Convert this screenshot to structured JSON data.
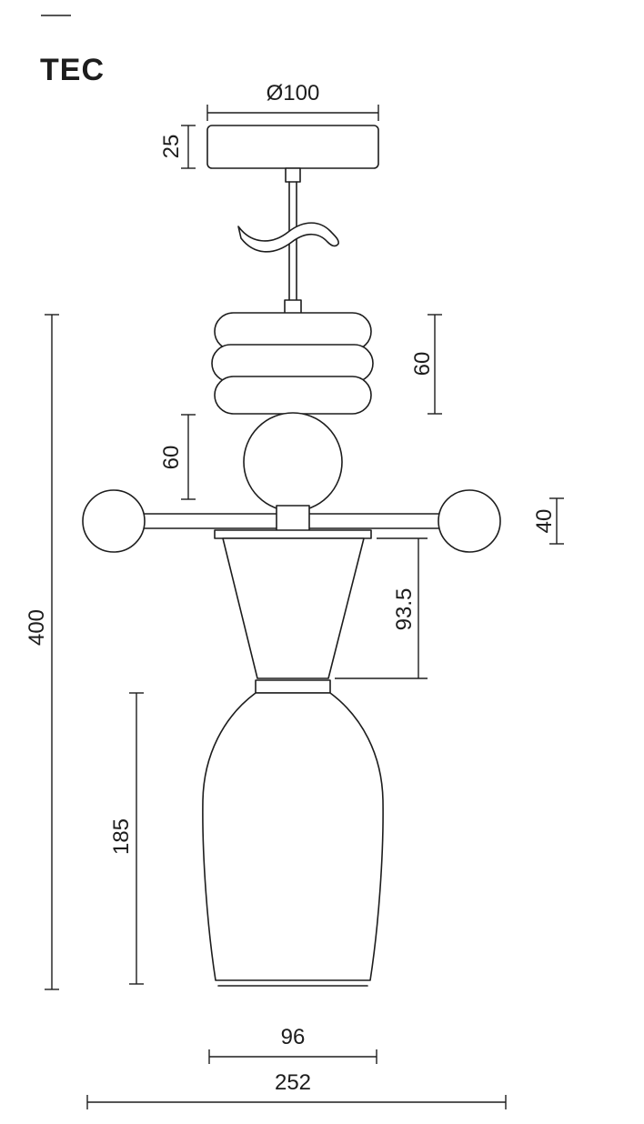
{
  "title": "TEC",
  "dimensions": {
    "canopy_diameter": "Ø100",
    "canopy_height": "25",
    "bead_stack_height": "60",
    "sphere_height": "60",
    "arm_thickness": "40",
    "cone_height": "93.5",
    "shade_height": "185",
    "overall_height": "400",
    "shade_bottom_width": "96",
    "overall_width": "252"
  },
  "colors": {
    "line": "#1d1d1d",
    "background": "#ffffff"
  }
}
